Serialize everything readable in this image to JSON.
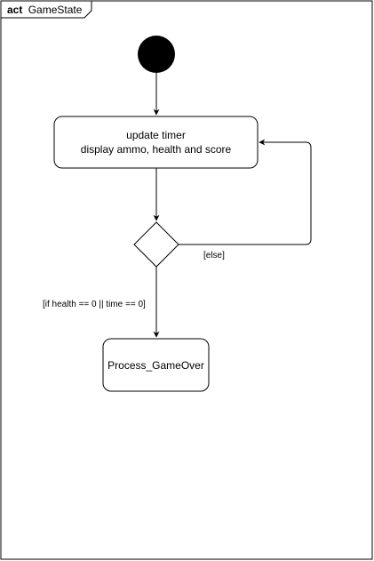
{
  "frame": {
    "keyword": "act",
    "name": "GameState"
  },
  "nodes": {
    "update": {
      "line1": "update timer",
      "line2": "display ammo, health and score"
    },
    "gameover": {
      "label": "Process_GameOver"
    }
  },
  "guards": {
    "else": "[else]",
    "end": "[if health == 0 || time == 0]"
  },
  "colors": {
    "line": "#000000",
    "fill": "#ffffff",
    "initial": "#000000"
  }
}
